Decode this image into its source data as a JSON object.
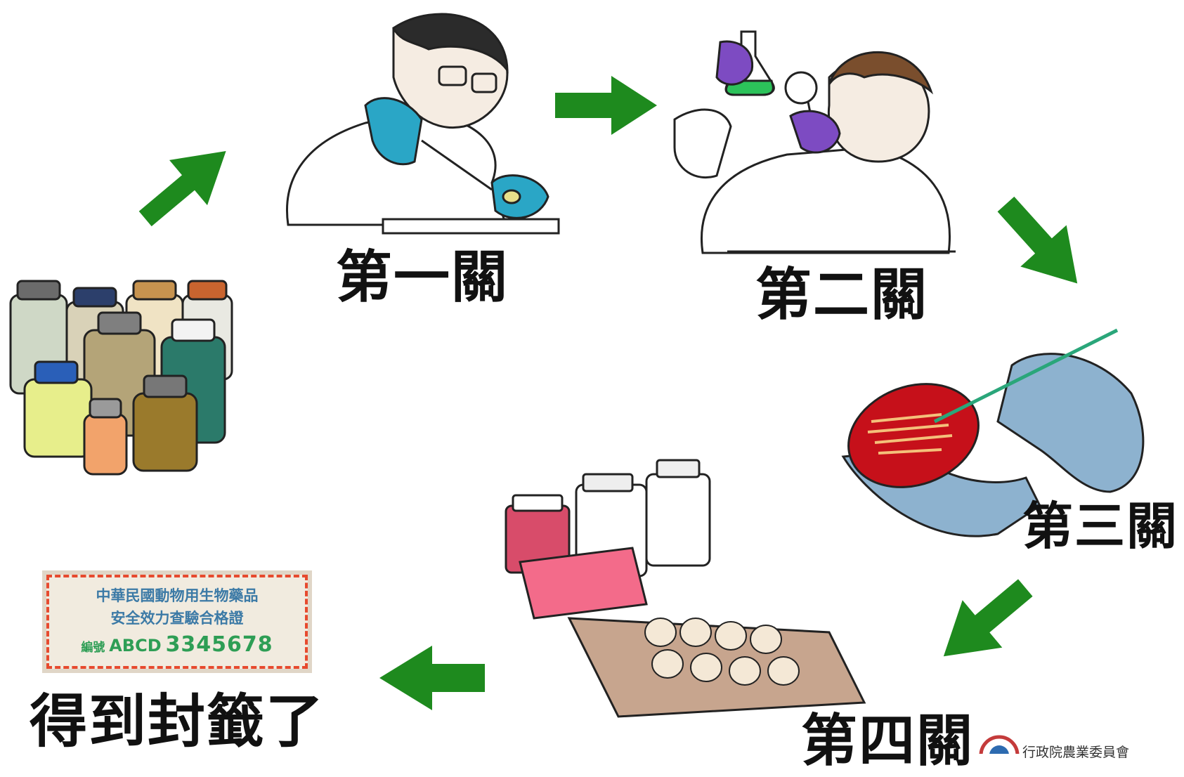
{
  "stages": [
    {
      "label": "第一關"
    },
    {
      "label": "第二關"
    },
    {
      "label": "第三關"
    },
    {
      "label": "第四關"
    }
  ],
  "final": {
    "label": "得到封籤了"
  },
  "seal": {
    "line1": "中華民國動物用生物藥品",
    "line2": "安全效力查驗合格證",
    "serial_prefix": "編號",
    "serial_code": "ABCD",
    "serial_number": "3345678"
  },
  "agency": {
    "name": "行政院農業委員會"
  },
  "colors": {
    "arrow": "#1e8a1e",
    "glove_blue": "#2aa6c6",
    "glove_purple": "#7d4bc2",
    "petri_red": "#c6101a",
    "seal_border": "#e74a2e",
    "seal_text": "#3c7aa6",
    "seal_number": "#2e9e55"
  }
}
